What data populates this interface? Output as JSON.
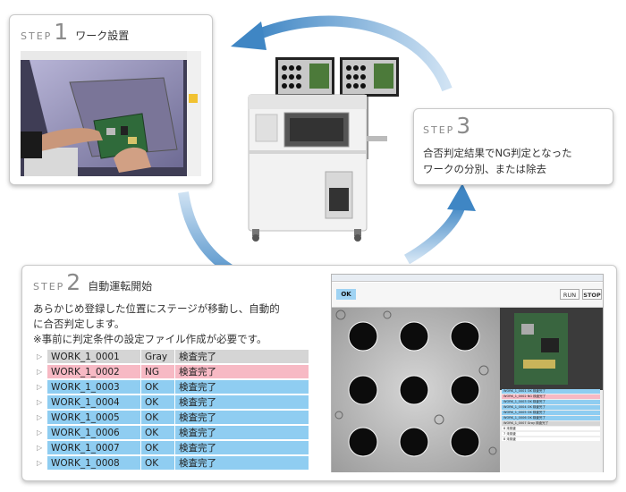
{
  "step1": {
    "word": "STEP",
    "number": "1",
    "title": "ワーク設置"
  },
  "step2": {
    "word": "STEP",
    "number": "2",
    "title": "自動運転開始",
    "desc": [
      "あらかじめ登録した位置にステージが移動し、自動的",
      "に合否判定します。",
      "※事前に判定条件の設定ファイル作成が必要です。"
    ],
    "rows": [
      {
        "name": "WORK_1_0001",
        "result": "Gray",
        "status": "検査完了",
        "kind": "gray"
      },
      {
        "name": "WORK_1_0002",
        "result": "NG",
        "status": "検査完了",
        "kind": "ng"
      },
      {
        "name": "WORK_1_0003",
        "result": "OK",
        "status": "検査完了",
        "kind": "ok"
      },
      {
        "name": "WORK_1_0004",
        "result": "OK",
        "status": "検査完了",
        "kind": "ok"
      },
      {
        "name": "WORK_1_0005",
        "result": "OK",
        "status": "検査完了",
        "kind": "ok"
      },
      {
        "name": "WORK_1_0006",
        "result": "OK",
        "status": "検査完了",
        "kind": "ok"
      },
      {
        "name": "WORK_1_0007",
        "result": "OK",
        "status": "検査完了",
        "kind": "ok"
      },
      {
        "name": "WORK_1_0008",
        "result": "OK",
        "status": "検査完了",
        "kind": "ok"
      }
    ]
  },
  "step3": {
    "word": "STEP",
    "number": "3",
    "desc": [
      "合否判定結果でNG判定となった",
      "ワークの分別、または除去"
    ]
  },
  "screen": {
    "ok_badge": "OK",
    "run_label": "RUN",
    "stop_label": "STOP",
    "list": [
      {
        "kind": "ok",
        "text": "WORK_1_0001 OK 検査完了"
      },
      {
        "kind": "ng",
        "text": "WORK_1_0002 NG 検査完了"
      },
      {
        "kind": "ok",
        "text": "WORK_1_0003 OK 検査完了"
      },
      {
        "kind": "ok",
        "text": "WORK_1_0004 OK 検査完了"
      },
      {
        "kind": "ok",
        "text": "WORK_1_0005 OK 検査完了"
      },
      {
        "kind": "ok",
        "text": "WORK_1_0006 OK 検査完了"
      },
      {
        "kind": "gray",
        "text": "WORK_1_0007 Gray 検査完了"
      },
      {
        "kind": "white",
        "text": "6 未検査"
      },
      {
        "kind": "white",
        "text": "7 未検査"
      },
      {
        "kind": "white",
        "text": "8 未検査"
      }
    ]
  },
  "colors": {
    "ok": "#8fcdf1",
    "ng": "#f7b9c4",
    "gray": "#d5d5d5",
    "arrow": "#3f86c4"
  }
}
